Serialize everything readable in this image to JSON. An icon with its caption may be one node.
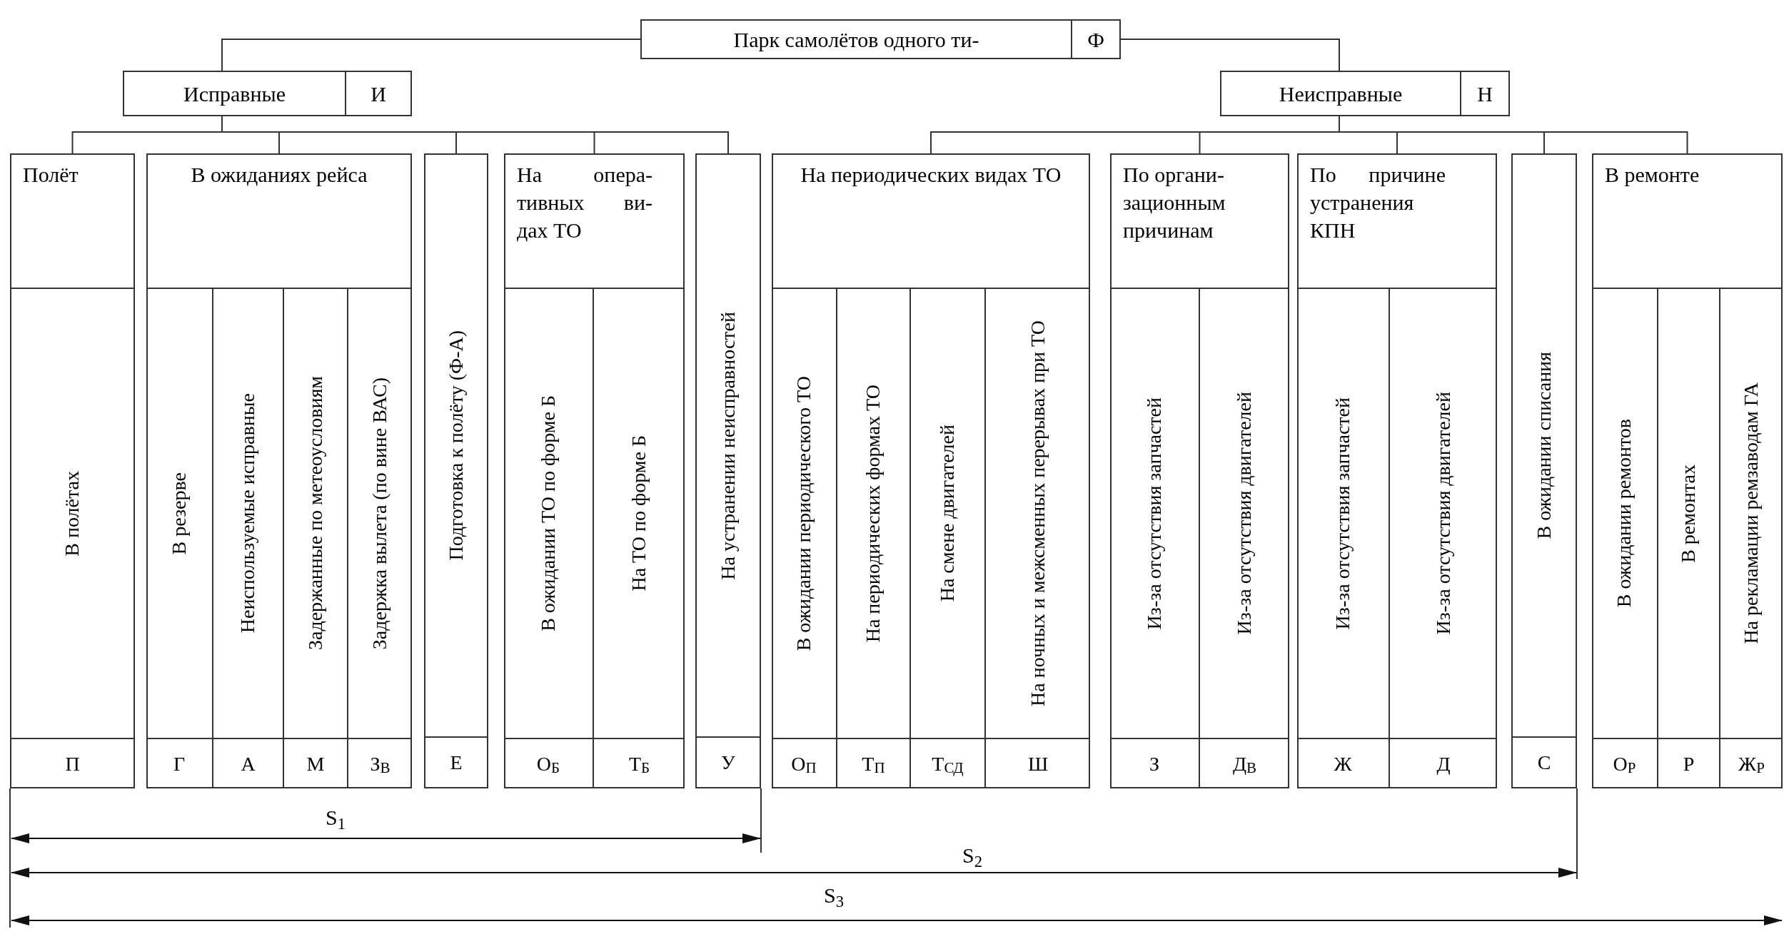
{
  "diagram": {
    "nodes": [
      {
        "text": [
          "Парк самолётов одного ти-",
          "Ф"
        ]
      },
      {
        "text": [
          "Исправные",
          "И"
        ]
      },
      {
        "text": [
          "Неисправные",
          "Н"
        ]
      },
      {
        "text": [
          "Полёт"
        ]
      },
      {
        "text": [
          "В полётах",
          "П"
        ],
        "in": 3
      },
      {
        "text": [
          "В ожиданиях рейса"
        ]
      },
      {
        "text": [
          "В резерве",
          "Г"
        ],
        "in": 5
      },
      {
        "text": [
          "Неиспользуемые исправные",
          "А"
        ],
        "in": 5
      },
      {
        "text": [
          "Задержанные по метеоусловиям",
          "М"
        ],
        "in": 5
      },
      {
        "text": [
          "Задержка вылета (по вине ВАС)",
          "З$_{В}$"
        ],
        "in": 5
      },
      {
        "text": [
          "Подготовка к полёту (Ф-А)",
          "Е"
        ]
      },
      {
        "text": [
          "На опера- тивных ви- дах ТО"
        ]
      },
      {
        "text": [
          "В ожидании ТО по форме Б",
          "О$_{Б}$"
        ],
        "in": 11
      },
      {
        "text": [
          "На ТО по форме Б",
          "Т$_{Б}$"
        ],
        "in": 11
      },
      {
        "text": [
          "На устранении неисправностей",
          "У"
        ]
      },
      {
        "text": [
          "На периодических видах ТО"
        ]
      },
      {
        "text": [
          "В ожидании периодического ТО",
          "О$_{П}$"
        ],
        "in": 15
      },
      {
        "text": [
          "На периодических формах ТО",
          "Т$_{П}$"
        ],
        "in": 15
      },
      {
        "text": [
          "На смене двигателей",
          "Т$_{СД}$"
        ],
        "in": 15
      },
      {
        "text": [
          "На ночных и межсменных перерывах при ТО",
          "Ш"
        ],
        "in": 15
      },
      {
        "text": [
          "По органи- зационным причинам"
        ]
      },
      {
        "text": [
          "Из-за отсутствия запчастей",
          "З"
        ],
        "in": 20
      },
      {
        "text": [
          "Из-за отсутствия двигателей",
          "Д$_{В}$"
        ],
        "in": 20
      },
      {
        "text": [
          "По причине устранения КПН"
        ]
      },
      {
        "text": [
          "Из-за отсутствия запчастей",
          "Ж"
        ],
        "in": 23
      },
      {
        "text": [
          "Из-за отсутствия двигателей",
          "Д"
        ],
        "in": 23
      },
      {
        "text": [
          "В ожидании списания",
          "С"
        ]
      },
      {
        "text": [
          "В ремонте"
        ]
      },
      {
        "text": [
          "В ожидании ремонтов",
          "О$_{Р}$"
        ],
        "in": 27
      },
      {
        "text": [
          "В ремонтах",
          "Р"
        ],
        "in": 27
      },
      {
        "text": [
          "На рекламации ремзаводам ГА",
          "Ж$_{Р}$"
        ],
        "in": 27
      }
    ],
    "edges": [
      {
        "from": 0,
        "to": 1,
        "arrow": "none"
      },
      {
        "from": 0,
        "to": 2,
        "arrow": "none"
      },
      {
        "from": 1,
        "to": 3,
        "arrow": "none"
      },
      {
        "from": 1,
        "to": 5,
        "arrow": "none"
      },
      {
        "from": 1,
        "to": 10,
        "arrow": "none"
      },
      {
        "from": 1,
        "to": 11,
        "arrow": "none"
      },
      {
        "from": 1,
        "to": 14,
        "arrow": "none"
      },
      {
        "from": 2,
        "to": 15,
        "arrow": "none"
      },
      {
        "from": 2,
        "to": 20,
        "arrow": "none"
      },
      {
        "from": 2,
        "to": 23,
        "arrow": "none"
      },
      {
        "from": 2,
        "to": 26,
        "arrow": "none"
      },
      {
        "from": 2,
        "to": 27,
        "arrow": "none"
      }
    ],
    "labels": [
      "S$_{1}$",
      "S$_{2}$",
      "S$_{3}$"
    ]
  }
}
